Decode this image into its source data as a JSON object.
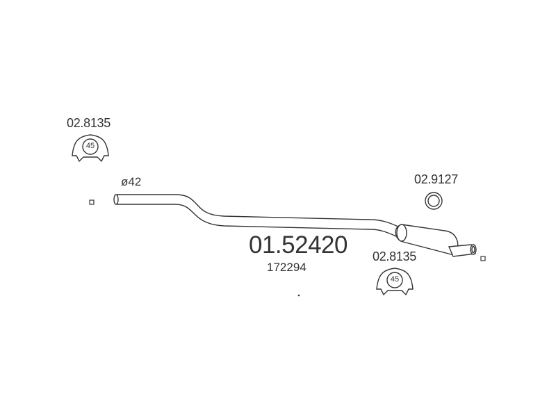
{
  "diagram": {
    "main_part_number": "01.52420",
    "secondary_number": "172294",
    "pipe_diameter_label": "ø42",
    "clamp_top_left": {
      "part_number": "02.8135",
      "size": "45"
    },
    "clamp_bottom_right": {
      "part_number": "02.8135",
      "size": "45"
    },
    "gasket": {
      "part_number": "02.9127"
    },
    "line_color": "#333333"
  }
}
